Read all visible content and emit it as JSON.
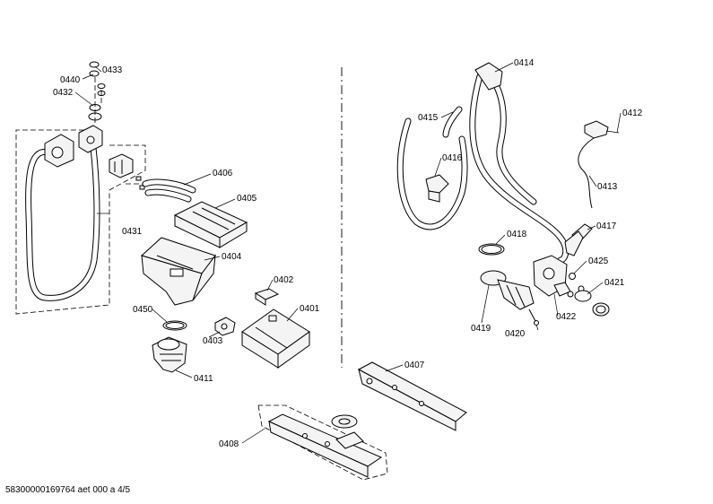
{
  "labels": {
    "p0440": "0440",
    "p0433": "0433",
    "p0432": "0432",
    "p0431": "0431",
    "p0406": "0406",
    "p0405": "0405",
    "p0404": "0404",
    "p0402": "0402",
    "p0401": "0401",
    "p0450": "0450",
    "p0403": "0403",
    "p0411": "0411",
    "p0414": "0414",
    "p0415": "0415",
    "p0416": "0416",
    "p0412": "0412",
    "p0413": "0413",
    "p0417": "0417",
    "p0418": "0418",
    "p0425": "0425",
    "p0421": "0421",
    "p0419": "0419",
    "p0420": "0420",
    "p0422": "0422",
    "p0407": "0407",
    "p0408": "0408"
  },
  "footer": "58300000169764 aet 000 a 4/5"
}
